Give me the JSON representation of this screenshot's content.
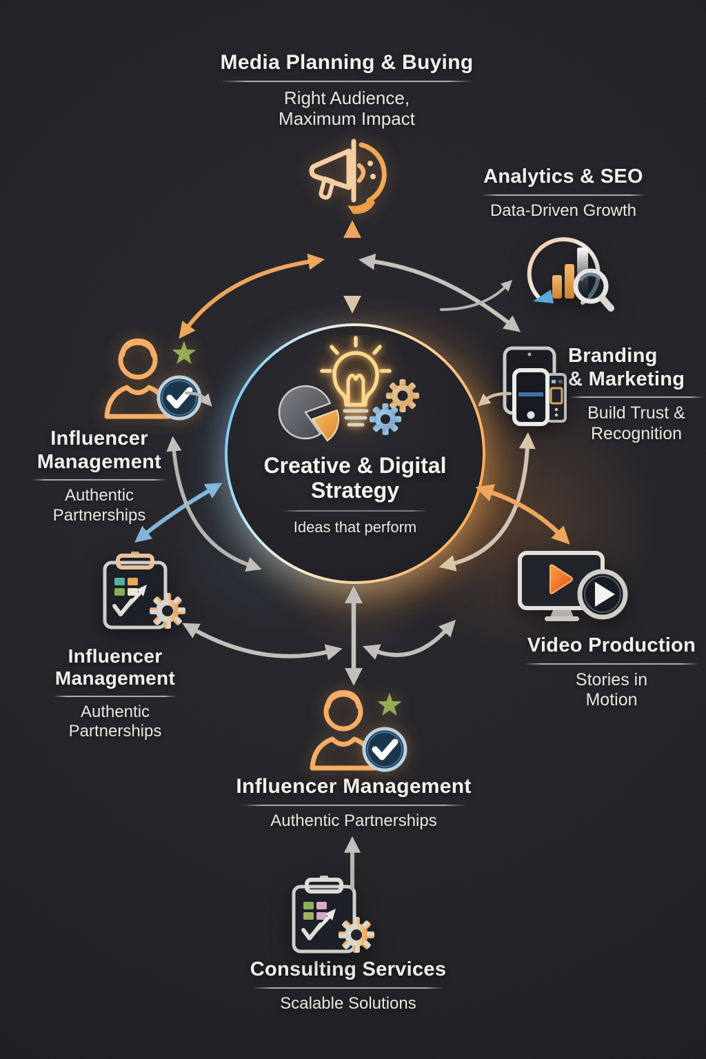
{
  "palette": {
    "background": "#1e1d22",
    "accent_orange": "#f0a155",
    "accent_blue": "#7fb3d9",
    "accent_green": "#93a850",
    "arrow_gray": "#c0bdb8",
    "title_text": "#f4f2ee",
    "subtitle_text": "#e9e6df",
    "ring_gradient": [
      "#45b5f4",
      "#f7ecd9",
      "#ff9d3c"
    ]
  },
  "center": {
    "title1": "Creative & Digital",
    "title2": "Strategy",
    "subtitle": "Ideas that perform",
    "icons": [
      "pie-chart-icon",
      "lightbulb-icon",
      "gears-icon"
    ]
  },
  "nodes": {
    "media": {
      "title": "Media Planning & Buying",
      "sub1": "Right Audience,",
      "sub2": "Maximum Impact",
      "icon": "megaphone-icon"
    },
    "analytics": {
      "title": "Analytics & SEO",
      "sub1": "Data-Driven Growth",
      "icon": "bar-chart-magnifier-icon"
    },
    "branding": {
      "title1": "Branding",
      "title2": "& Marketing",
      "sub1": "Build Trust &",
      "sub2": "Recognition",
      "icon": "devices-icon"
    },
    "influencer_left": {
      "title1": "Influencer",
      "title2": "Management",
      "sub1": "Authentic",
      "sub2": "Partnerships",
      "icon": "person-star-check-icon"
    },
    "video": {
      "title": "Video Production",
      "sub1": "Stories in",
      "sub2": "Motion",
      "icon": "monitor-play-icon"
    },
    "influencer_lower_left": {
      "title1": "Influencer",
      "title2": "Management",
      "sub1": "Authentic",
      "sub2": "Partnerships",
      "icon": "clipboard-gear-icon"
    },
    "influencer_bottom": {
      "title": "Influencer Management",
      "sub": "Authentic Partnerships",
      "icon": "person-star-check-icon"
    },
    "consulting": {
      "title": "Consulting Services",
      "sub": "Scalable Solutions",
      "icon": "clipboard-gear-icon"
    }
  }
}
